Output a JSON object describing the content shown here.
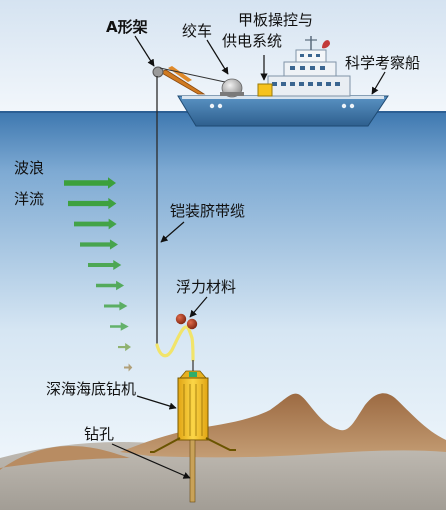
{
  "labels": {
    "a_frame": "A形架",
    "winch": "绞车",
    "deck_control_line1": "甲板操控与",
    "deck_control_line2": "供电系统",
    "research_ship": "科学考察船",
    "waves": "波浪",
    "currents": "洋流",
    "armored_umbilical": "铠装脐带缆",
    "buoyancy_material": "浮力材料",
    "deep_sea_drill": "深海海底钻机",
    "borehole": "钻孔"
  },
  "colors": {
    "sky_top": "#d9e6f2",
    "sea_surface": "#3b75ad",
    "sea_deep": "#8fb8de",
    "sea_light": "#f2f8fd",
    "ship_hull": "#4d86b8",
    "ship_cabin": "#e9eef3",
    "arrow_green": "#3ca03c",
    "drill_yellow": "#f2c12a",
    "mountain_brown": "#b08058",
    "seabed_gray": "#b3aea6",
    "buoy_red": "#b03a24"
  },
  "current_arrow_strengths": [
    1.0,
    0.93,
    0.82,
    0.73,
    0.64,
    0.54,
    0.45,
    0.36,
    0.25,
    0.16
  ]
}
